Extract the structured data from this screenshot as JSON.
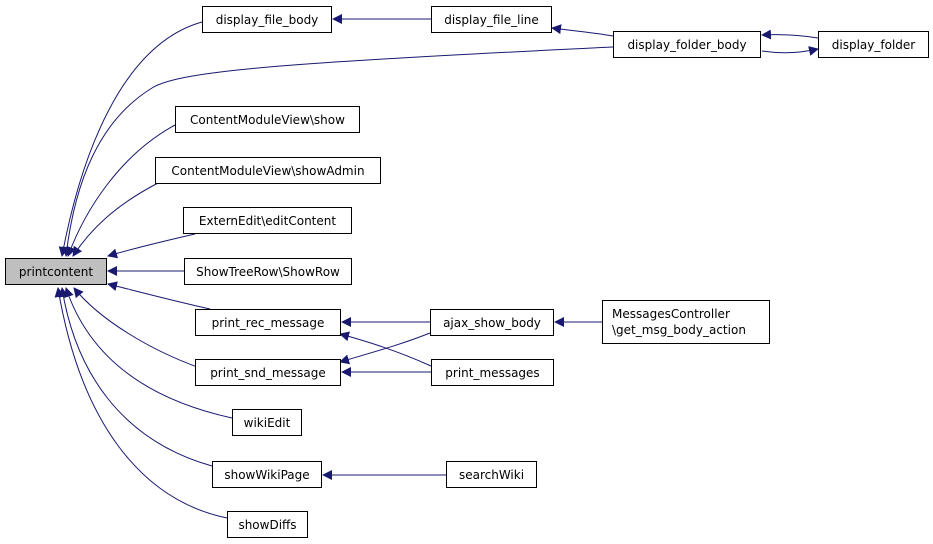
{
  "diagram": {
    "edge_color": "#191970",
    "focus_fill": "#bfbfbf",
    "nodes": [
      {
        "id": "printcontent",
        "label": "printcontent"
      },
      {
        "id": "display_file_body",
        "label": "display_file_body"
      },
      {
        "id": "display_file_line",
        "label": "display_file_line"
      },
      {
        "id": "display_folder_body",
        "label": "display_folder_body"
      },
      {
        "id": "display_folder",
        "label": "display_folder"
      },
      {
        "id": "cmv_show",
        "label": "ContentModuleView\\show"
      },
      {
        "id": "cmv_showadmin",
        "label": "ContentModuleView\\showAdmin"
      },
      {
        "id": "externedit",
        "label": "ExternEdit\\editContent"
      },
      {
        "id": "showtreerow",
        "label": "ShowTreeRow\\ShowRow"
      },
      {
        "id": "print_rec_message",
        "label": "print_rec_message"
      },
      {
        "id": "print_snd_message",
        "label": "print_snd_message"
      },
      {
        "id": "ajax_show_body",
        "label": "ajax_show_body"
      },
      {
        "id": "print_messages",
        "label": "print_messages"
      },
      {
        "id": "msgctrl",
        "label_lines": [
          "MessagesController",
          "\\get_msg_body_action"
        ]
      },
      {
        "id": "wikiedit",
        "label": "wikiEdit"
      },
      {
        "id": "showwikipage",
        "label": "showWikiPage"
      },
      {
        "id": "searchwiki",
        "label": "searchWiki"
      },
      {
        "id": "showdiffs",
        "label": "showDiffs"
      }
    ],
    "edges": [
      {
        "from": "display_file_body",
        "to": "printcontent"
      },
      {
        "from": "display_folder_body",
        "to": "printcontent"
      },
      {
        "from": "cmv_show",
        "to": "printcontent"
      },
      {
        "from": "cmv_showadmin",
        "to": "printcontent"
      },
      {
        "from": "externedit",
        "to": "printcontent"
      },
      {
        "from": "showtreerow",
        "to": "printcontent"
      },
      {
        "from": "print_rec_message",
        "to": "printcontent"
      },
      {
        "from": "print_snd_message",
        "to": "printcontent"
      },
      {
        "from": "wikiedit",
        "to": "printcontent"
      },
      {
        "from": "showwikipage",
        "to": "printcontent"
      },
      {
        "from": "showdiffs",
        "to": "printcontent"
      },
      {
        "from": "display_file_line",
        "to": "display_file_body"
      },
      {
        "from": "display_folder_body",
        "to": "display_file_line"
      },
      {
        "from": "display_folder",
        "to": "display_folder_body"
      },
      {
        "from": "display_folder_body",
        "to": "display_folder"
      },
      {
        "from": "ajax_show_body",
        "to": "print_rec_message"
      },
      {
        "from": "print_messages",
        "to": "print_rec_message"
      },
      {
        "from": "ajax_show_body",
        "to": "print_snd_message"
      },
      {
        "from": "print_messages",
        "to": "print_snd_message"
      },
      {
        "from": "msgctrl",
        "to": "ajax_show_body"
      },
      {
        "from": "searchwiki",
        "to": "showwikipage"
      }
    ]
  }
}
